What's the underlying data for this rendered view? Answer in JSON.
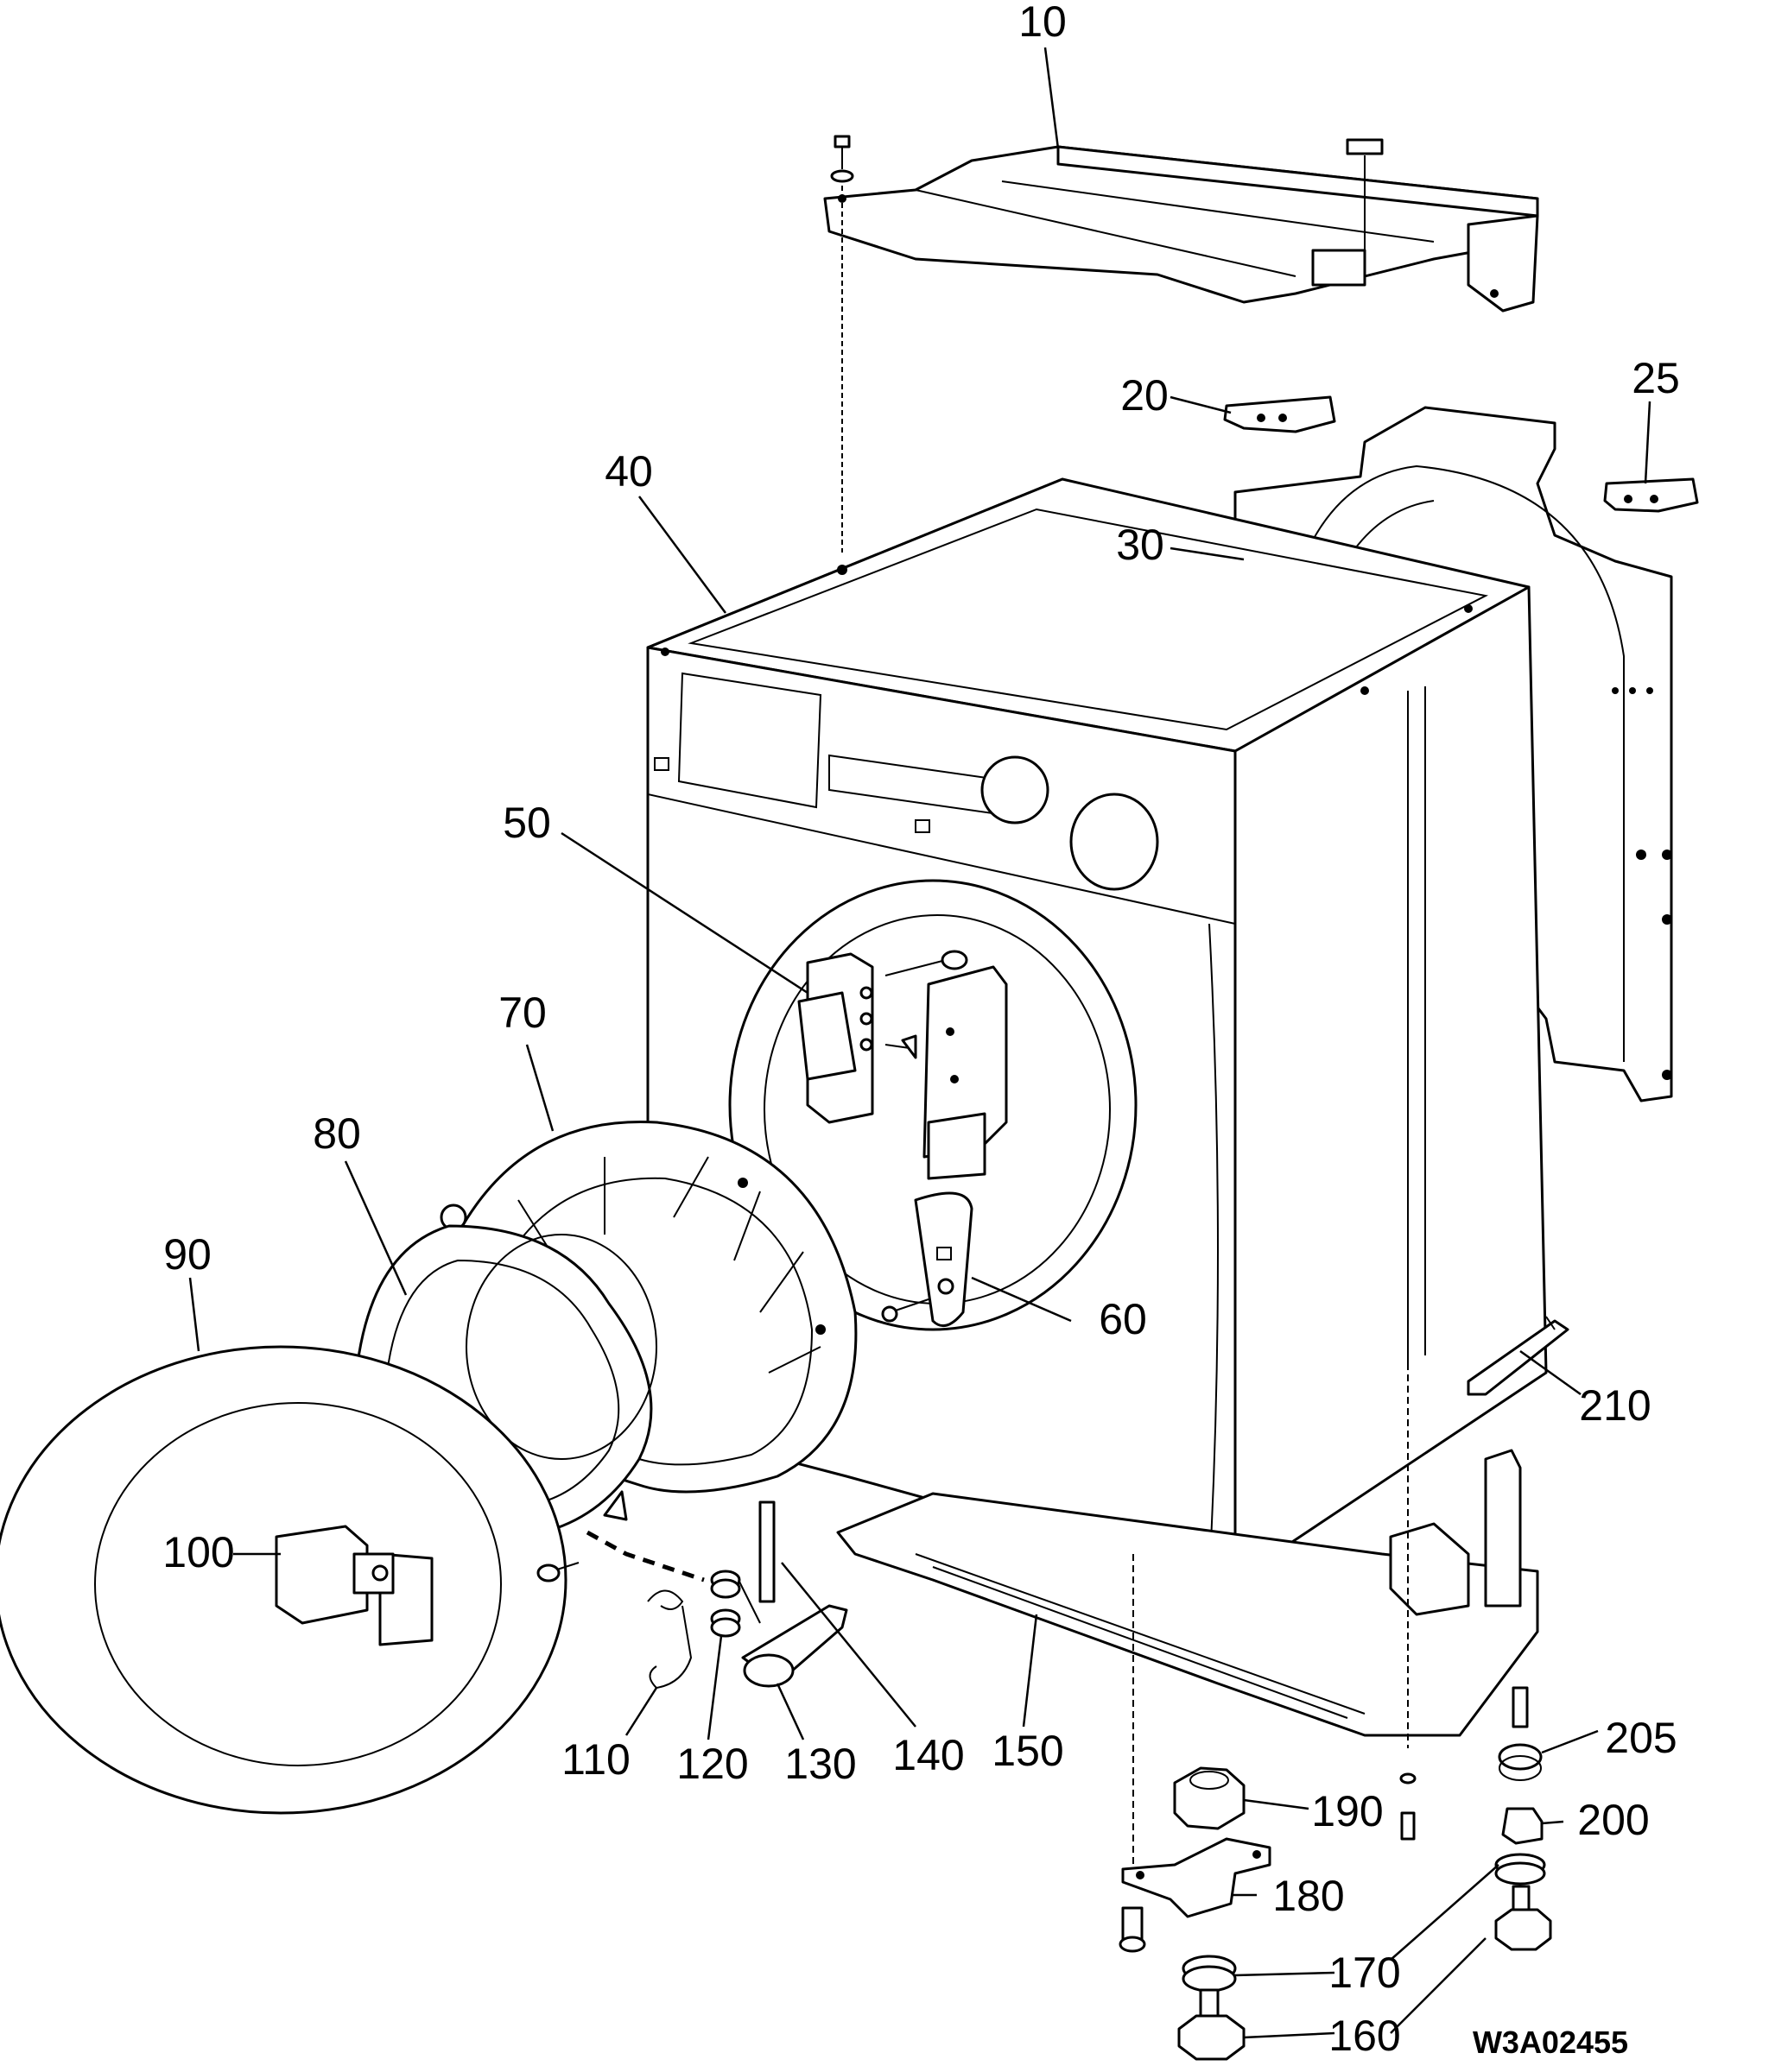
{
  "drawing_ref": "W3A02455",
  "callouts": [
    {
      "id": "10",
      "label": "10"
    },
    {
      "id": "20",
      "label": "20"
    },
    {
      "id": "25",
      "label": "25"
    },
    {
      "id": "30",
      "label": "30"
    },
    {
      "id": "40",
      "label": "40"
    },
    {
      "id": "50",
      "label": "50"
    },
    {
      "id": "60",
      "label": "60"
    },
    {
      "id": "70",
      "label": "70"
    },
    {
      "id": "80",
      "label": "80"
    },
    {
      "id": "90",
      "label": "90"
    },
    {
      "id": "100",
      "label": "100"
    },
    {
      "id": "110",
      "label": "110"
    },
    {
      "id": "120",
      "label": "120"
    },
    {
      "id": "130",
      "label": "130"
    },
    {
      "id": "140",
      "label": "140"
    },
    {
      "id": "150",
      "label": "150"
    },
    {
      "id": "160",
      "label": "160"
    },
    {
      "id": "170",
      "label": "170"
    },
    {
      "id": "180",
      "label": "180"
    },
    {
      "id": "190",
      "label": "190"
    },
    {
      "id": "200",
      "label": "200"
    },
    {
      "id": "205",
      "label": "205"
    },
    {
      "id": "210",
      "label": "210"
    }
  ]
}
